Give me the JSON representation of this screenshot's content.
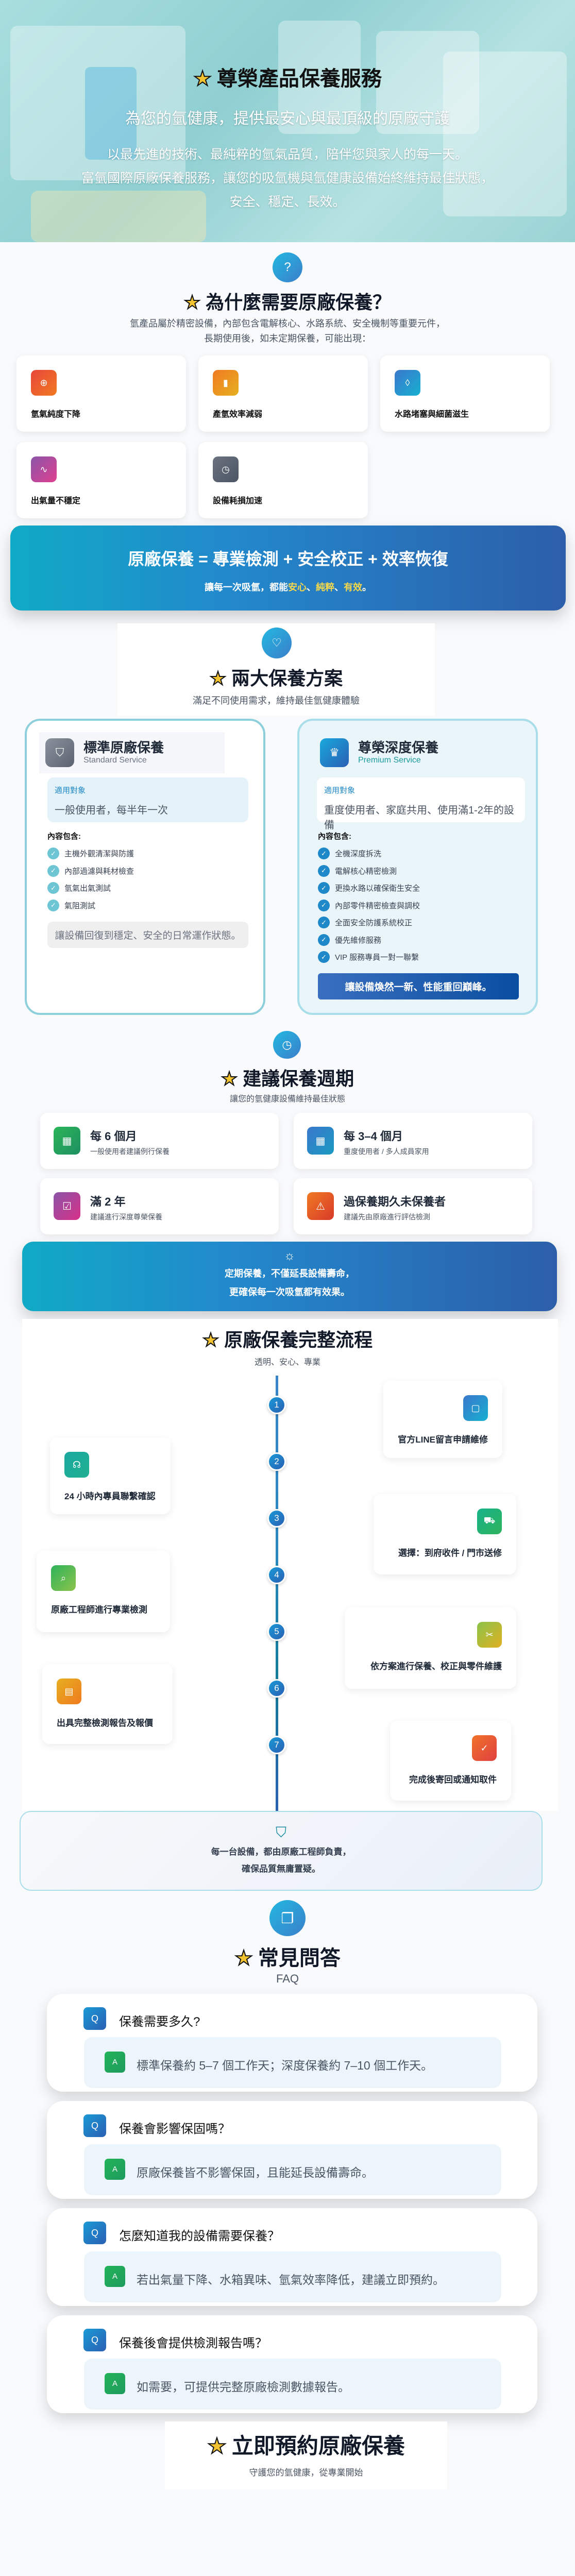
{
  "hero": {
    "title": "尊榮產品保養服務",
    "subtitle": "為您的氫健康，提供最安心與最頂級的原廠守護",
    "paragraph": [
      "以最先進的技術、最純粹的氫氣品質，陪伴您與家人的每一天。",
      "富氫國際原廠保養服務，讓您的吸氫機與氫健康設備始終維持最佳狀態，",
      "安全、穩定、長效。"
    ]
  },
  "why": {
    "icon": "question-icon",
    "title": "為什麼需要原廠保養？",
    "desc": [
      "氫產品屬於精密設備，內部包含電解核心、水路系統、安全機制等重要元件，",
      "長期使用後，如未定期保養，可能出現："
    ],
    "items": [
      {
        "label": "氫氣純度下降",
        "icon": "arrow-down-circle-icon",
        "color": "#e8503a"
      },
      {
        "label": "產氫效率減弱",
        "icon": "battery-icon",
        "color": "#ee8a1c"
      },
      {
        "label": "水路堵塞與細菌滋生",
        "icon": "droplet-icon",
        "color": "#2a86d0"
      },
      {
        "label": "出氣量不穩定",
        "icon": "pulse-icon",
        "color": "#a050a8"
      },
      {
        "label": "設備耗損加速",
        "icon": "clock-icon",
        "color": "#5a6270"
      }
    ]
  },
  "formula": {
    "title": "原廠保養 = 專業檢測 + 安全校正 + 效率恢復",
    "line_prefix": "讓每一次吸氫，都能",
    "highlights": [
      "安心",
      "純粹",
      "有效"
    ],
    "sep": "、",
    "end": "。"
  },
  "plans": {
    "icon": "heart-icon",
    "title": "兩大保養方案",
    "subtitle": "滿足不同使用需求，維持最佳氫健康體驗",
    "target_label": "適用對象",
    "includes_label": "內容包含:",
    "standard": {
      "name": "標準原廠保養",
      "en": "Standard Service",
      "target": "一般使用者，每半年一次",
      "items": [
        "主機外觀清潔與防護",
        "內部過濾與耗材檢查",
        "氫氣出氣測試",
        "氣阻測試"
      ],
      "footer": "讓設備回復到穩定、安全的日常運作狀態。"
    },
    "premium": {
      "name": "尊榮深度保養",
      "en": "Premium Service",
      "target": "重度使用者、家庭共用、使用滿1-2年的設備",
      "items": [
        "全機深度拆洗",
        "電解核心精密檢測",
        "更換水路以確保衛生安全",
        "內部零件精密檢查與調校",
        "全面安全防護系統校正",
        "優先維修服務",
        "VIP 服務專員一對一聯繫"
      ],
      "footer": "讓設備煥然一新、性能重回巔峰。"
    }
  },
  "schedule": {
    "icon": "clock-icon",
    "title": "建議保養週期",
    "subtitle": "讓您的氫健康設備維持最佳狀態",
    "items": [
      {
        "title": "每 6 個月",
        "desc": "一般使用者建議例行保養",
        "icon": "calendar-icon"
      },
      {
        "title": "每 3–4 個月",
        "desc": "重度使用者 / 多人成員家用",
        "icon": "calendar-grid-icon"
      },
      {
        "title": "滿 2 年",
        "desc": "建議進行深度尊榮保養",
        "icon": "calendar-check-icon"
      },
      {
        "title": "過保養期久未保養者",
        "desc": "建議先由原廠進行評估檢測",
        "icon": "alarm-icon"
      }
    ],
    "tip": [
      "定期保養，不僅延長設備壽命，",
      "更確保每一次吸氫都有效果。"
    ]
  },
  "process": {
    "title": "原廠保養完整流程",
    "subtitle": "透明、安心、專業",
    "steps": [
      {
        "n": "1",
        "label": "官方LINE留言申請維修",
        "icon": "chat-icon"
      },
      {
        "n": "2",
        "label": "24 小時內專員聯繫確認",
        "icon": "headset-icon"
      },
      {
        "n": "3",
        "label": "選擇：到府收件 / 門市送修",
        "icon": "truck-icon"
      },
      {
        "n": "4",
        "label": "原廠工程師進行專業檢測",
        "icon": "search-icon"
      },
      {
        "n": "5",
        "label": "依方案進行保養、校正與零件維護",
        "icon": "tools-icon"
      },
      {
        "n": "6",
        "label": "出具完整檢測報告及報價",
        "icon": "document-icon"
      },
      {
        "n": "7",
        "label": "完成後寄回或通知取件",
        "icon": "check-circle-icon"
      }
    ],
    "guarantee": [
      "每一台設備，都由原廠工程師負責，",
      "確保品質無庸置疑。"
    ]
  },
  "faq": {
    "icon": "chat-bubbles-icon",
    "title": "常見問答",
    "subtitle": "FAQ",
    "q_badge": "Q",
    "a_badge": "A",
    "items": [
      {
        "q": "保養需要多久?",
        "a": "標準保養約 5–7 個工作天；深度保養約 7–10 個工作天。"
      },
      {
        "q": "保養會影響保固嗎？",
        "a": "原廠保養皆不影響保固，且能延長設備壽命。"
      },
      {
        "q": "怎麼知道我的設備需要保養？",
        "a": "若出氣量下降、水箱異味、氫氣效率降低，建議立即預約。"
      },
      {
        "q": "保養後會提供檢測報告嗎？",
        "a": "如需要，可提供完整原廠檢測數據報告。"
      }
    ]
  },
  "cta": {
    "title": "立即預約原廠保養",
    "subtitle": "守護您的氫健康，從專業開始"
  },
  "colors": {
    "accent": "#2388cc",
    "star": "#f4c430",
    "highlight": "#f6d84a"
  }
}
